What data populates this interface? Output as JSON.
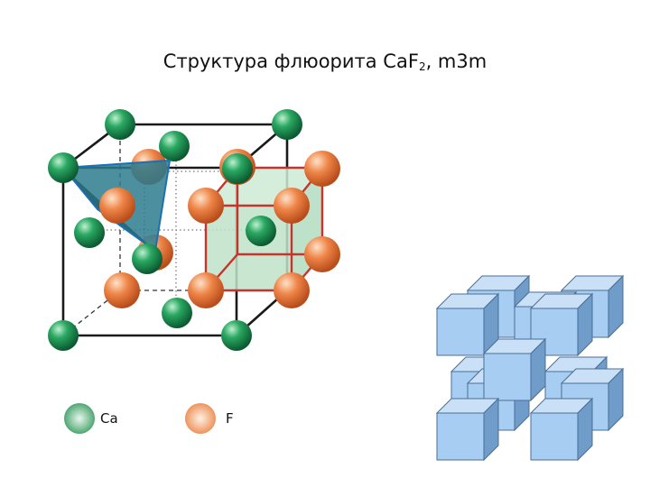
{
  "title": {
    "text": "Структура флюорита CaF",
    "subscript": "2",
    "suffix": ", m3m"
  },
  "legend": [
    {
      "label": "Ca",
      "color": "#1e8f4e"
    },
    {
      "label": "F",
      "color": "#e97a3f"
    }
  ],
  "colors": {
    "ca": "#1e8f4e",
    "f": "#e97a3f",
    "polyhedron": "#2d7d8f",
    "cube_face": "#bfe3c8",
    "cube_edge": "#c8342b",
    "block": "#a8cdf2"
  }
}
